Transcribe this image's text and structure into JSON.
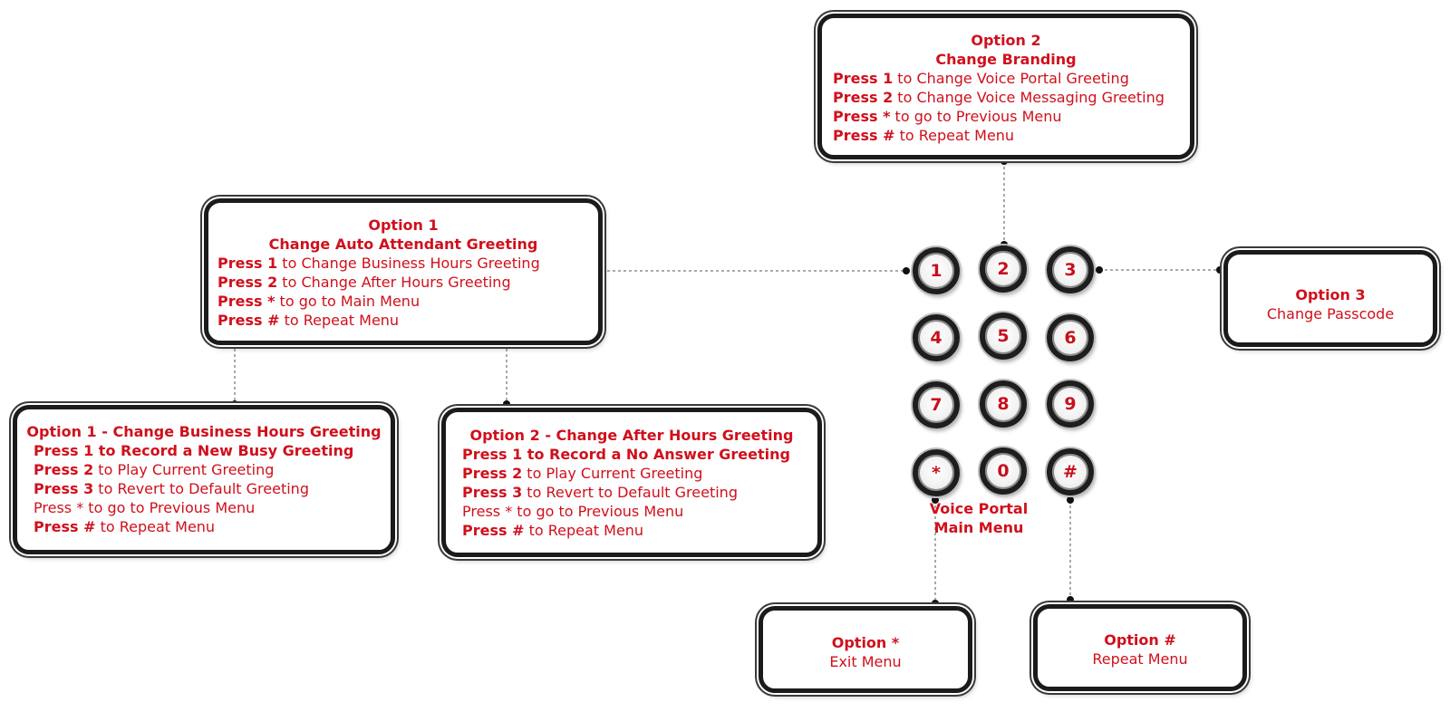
{
  "keypad": {
    "keys": [
      "1",
      "2",
      "3",
      "4",
      "5",
      "6",
      "7",
      "8",
      "9",
      "*",
      "0",
      "#"
    ],
    "caption_line1": "Voice Portal",
    "caption_line2": "Main Menu"
  },
  "option2": {
    "title": "Option 2",
    "subtitle": "Change Branding",
    "lines": [
      {
        "press": "Press 1",
        "rest": " to Change Voice Portal Greeting"
      },
      {
        "press": "Press 2",
        "rest": " to Change Voice Messaging Greeting"
      },
      {
        "press": "Press *",
        "rest": " to go to Previous Menu"
      },
      {
        "press": "Press #",
        "rest": " to Repeat Menu"
      }
    ]
  },
  "option1": {
    "title": "Option 1",
    "subtitle": "Change Auto Attendant Greeting",
    "lines": [
      {
        "press": "Press 1",
        "rest": " to Change Business Hours Greeting"
      },
      {
        "press": "Press 2",
        "rest": " to Change After Hours Greeting"
      },
      {
        "press": "Press *",
        "rest": " to go to Main Menu"
      },
      {
        "press": "Press #",
        "rest": " to Repeat Menu"
      }
    ]
  },
  "option3": {
    "title": "Option 3",
    "subtitle": "Change Passcode"
  },
  "business_hours": {
    "title": "Option 1 - Change Business Hours Greeting",
    "lines": [
      {
        "press": "Press 1",
        "rest": " to Record a New Busy Greeting"
      },
      {
        "press": "Press 2",
        "rest": " to Play Current Greeting"
      },
      {
        "press": "Press 3",
        "rest": " to Revert to Default Greeting"
      },
      {
        "press": "Press *",
        "rest": " to go to Previous Menu"
      },
      {
        "press": "Press #",
        "rest": " to Repeat Menu"
      }
    ]
  },
  "after_hours": {
    "title": "Option 2 - Change After Hours Greeting",
    "lines": [
      {
        "press": "Press 1",
        "rest": " to Record a No Answer Greeting"
      },
      {
        "press": "Press 2",
        "rest": " to Play Current Greeting"
      },
      {
        "press": "Press 3",
        "rest": " to Revert to Default Greeting"
      },
      {
        "press": "Press *",
        "rest": " to go to Previous Menu"
      },
      {
        "press": "Press #",
        "rest": " to Repeat Menu"
      }
    ]
  },
  "option_star": {
    "title": "Option *",
    "subtitle": "Exit Menu"
  },
  "option_hash": {
    "title": "Option #",
    "subtitle": "Repeat Menu"
  },
  "colors": {
    "text": "#d0101c",
    "border": "#1b1b1b",
    "connector": "#555555"
  }
}
